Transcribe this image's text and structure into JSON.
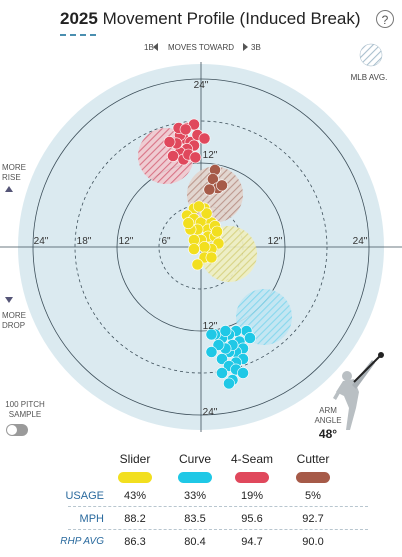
{
  "header": {
    "year": "2025",
    "title": "Movement Profile (Induced Break)",
    "help_label": "?"
  },
  "plot": {
    "moves_toward": {
      "left": "1B",
      "label": "MOVES TOWARD",
      "right": "3B"
    },
    "mlb_avg_label": "MLB AVG.",
    "more_rise": "MORE\nRISE",
    "more_drop": "MORE\nDROP",
    "sample_label": "100 PITCH\nSAMPLE",
    "arm_angle_label": "ARM\nANGLE",
    "arm_angle_value": "48°",
    "ring_labels": {
      "top24": "24\"",
      "top12": "12\"",
      "bottom12": "12\"",
      "bottom24": "24\"",
      "left24": "24\"",
      "left18": "18\"",
      "left12": "12\"",
      "left6": "6\"",
      "right12": "12\"",
      "right24": "24\""
    },
    "colors": {
      "background": "#dbeaf0",
      "Slider": "#f2df1f",
      "Curve": "#1fc8e6",
      "4-Seam": "#e0485c",
      "Cutter": "#a65a48",
      "line": "#3d4f5a"
    }
  },
  "chart_data": {
    "type": "scatter",
    "xlim": [
      -24,
      24
    ],
    "ylim": [
      -24,
      24
    ],
    "series": [
      {
        "name": "4-Seam",
        "avg": [
          -5,
          13
        ],
        "points": [
          [
            -2,
            17
          ],
          [
            -1,
            17.5
          ],
          [
            -2.5,
            15.5
          ],
          [
            -3,
            16
          ],
          [
            -1.5,
            15
          ],
          [
            -0.5,
            16
          ],
          [
            -1,
            14.5
          ],
          [
            -2,
            14
          ],
          [
            0.5,
            15.5
          ],
          [
            -3,
            13.5
          ],
          [
            -4,
            13
          ],
          [
            -2.5,
            12.5
          ],
          [
            -3.5,
            14.8
          ],
          [
            -1.8,
            13.2
          ],
          [
            -0.8,
            12.8
          ],
          [
            -4.5,
            15
          ],
          [
            -3.2,
            17
          ],
          [
            -2.2,
            16.8
          ]
        ]
      },
      {
        "name": "Cutter",
        "avg": [
          2,
          7.5
        ],
        "points": [
          [
            2,
            11
          ],
          [
            1.7,
            9.7
          ],
          [
            2.4,
            8.4
          ],
          [
            3,
            8.8
          ],
          [
            1.2,
            8.2
          ]
        ]
      },
      {
        "name": "Slider",
        "avg": [
          4,
          -1
        ],
        "points": [
          [
            0.5,
            5.5
          ],
          [
            -1,
            5.5
          ],
          [
            -2,
            4.5
          ],
          [
            -1,
            4
          ],
          [
            0,
            3.5
          ],
          [
            1.5,
            3.5
          ],
          [
            1,
            2.5
          ],
          [
            -0.5,
            2.5
          ],
          [
            1,
            1.5
          ],
          [
            2,
            1.5
          ],
          [
            0,
            1
          ],
          [
            -1,
            1
          ],
          [
            2.5,
            0.5
          ],
          [
            1.5,
            -0.3
          ],
          [
            0.5,
            0
          ],
          [
            -1,
            -0.3
          ],
          [
            0.5,
            -1.5
          ],
          [
            -0.5,
            -2.5
          ],
          [
            1.5,
            -1.5
          ],
          [
            2,
            3
          ],
          [
            -1.5,
            2.5
          ],
          [
            0.8,
            4.8
          ],
          [
            -0.3,
            5.8
          ],
          [
            2.3,
            2.2
          ],
          [
            -1.8,
            3.4
          ]
        ]
      },
      {
        "name": "Curve",
        "avg": [
          9,
          -10
        ],
        "points": [
          [
            6.5,
            -12
          ],
          [
            5,
            -12
          ],
          [
            4,
            -12.5
          ],
          [
            3,
            -13
          ],
          [
            2,
            -12.5
          ],
          [
            5.5,
            -13.5
          ],
          [
            6,
            -14.5
          ],
          [
            5,
            -15
          ],
          [
            4,
            -15
          ],
          [
            6,
            -16
          ],
          [
            5,
            -16.5
          ],
          [
            4.5,
            -14
          ],
          [
            3.5,
            -14.5
          ],
          [
            2.5,
            -14
          ],
          [
            1.5,
            -15
          ],
          [
            3,
            -16
          ],
          [
            4,
            -17
          ],
          [
            5,
            -17.5
          ],
          [
            6,
            -18
          ],
          [
            3,
            -18
          ],
          [
            4.5,
            -19
          ],
          [
            4,
            -19.5
          ],
          [
            7,
            -13
          ],
          [
            1.5,
            -12.5
          ],
          [
            3.5,
            -12
          ]
        ]
      }
    ]
  },
  "legend": [
    {
      "name": "Slider",
      "usage": "43%",
      "mph": "88.2",
      "rhp_avg": "86.3"
    },
    {
      "name": "Curve",
      "usage": "33%",
      "mph": "83.5",
      "rhp_avg": "80.4"
    },
    {
      "name": "4-Seam",
      "usage": "19%",
      "mph": "95.6",
      "rhp_avg": "94.7"
    },
    {
      "name": "Cutter",
      "usage": "5%",
      "mph": "92.7",
      "rhp_avg": "90.0"
    }
  ],
  "row_labels": {
    "usage": "USAGE",
    "mph": "MPH",
    "rhp_avg": "RHP AVG"
  }
}
